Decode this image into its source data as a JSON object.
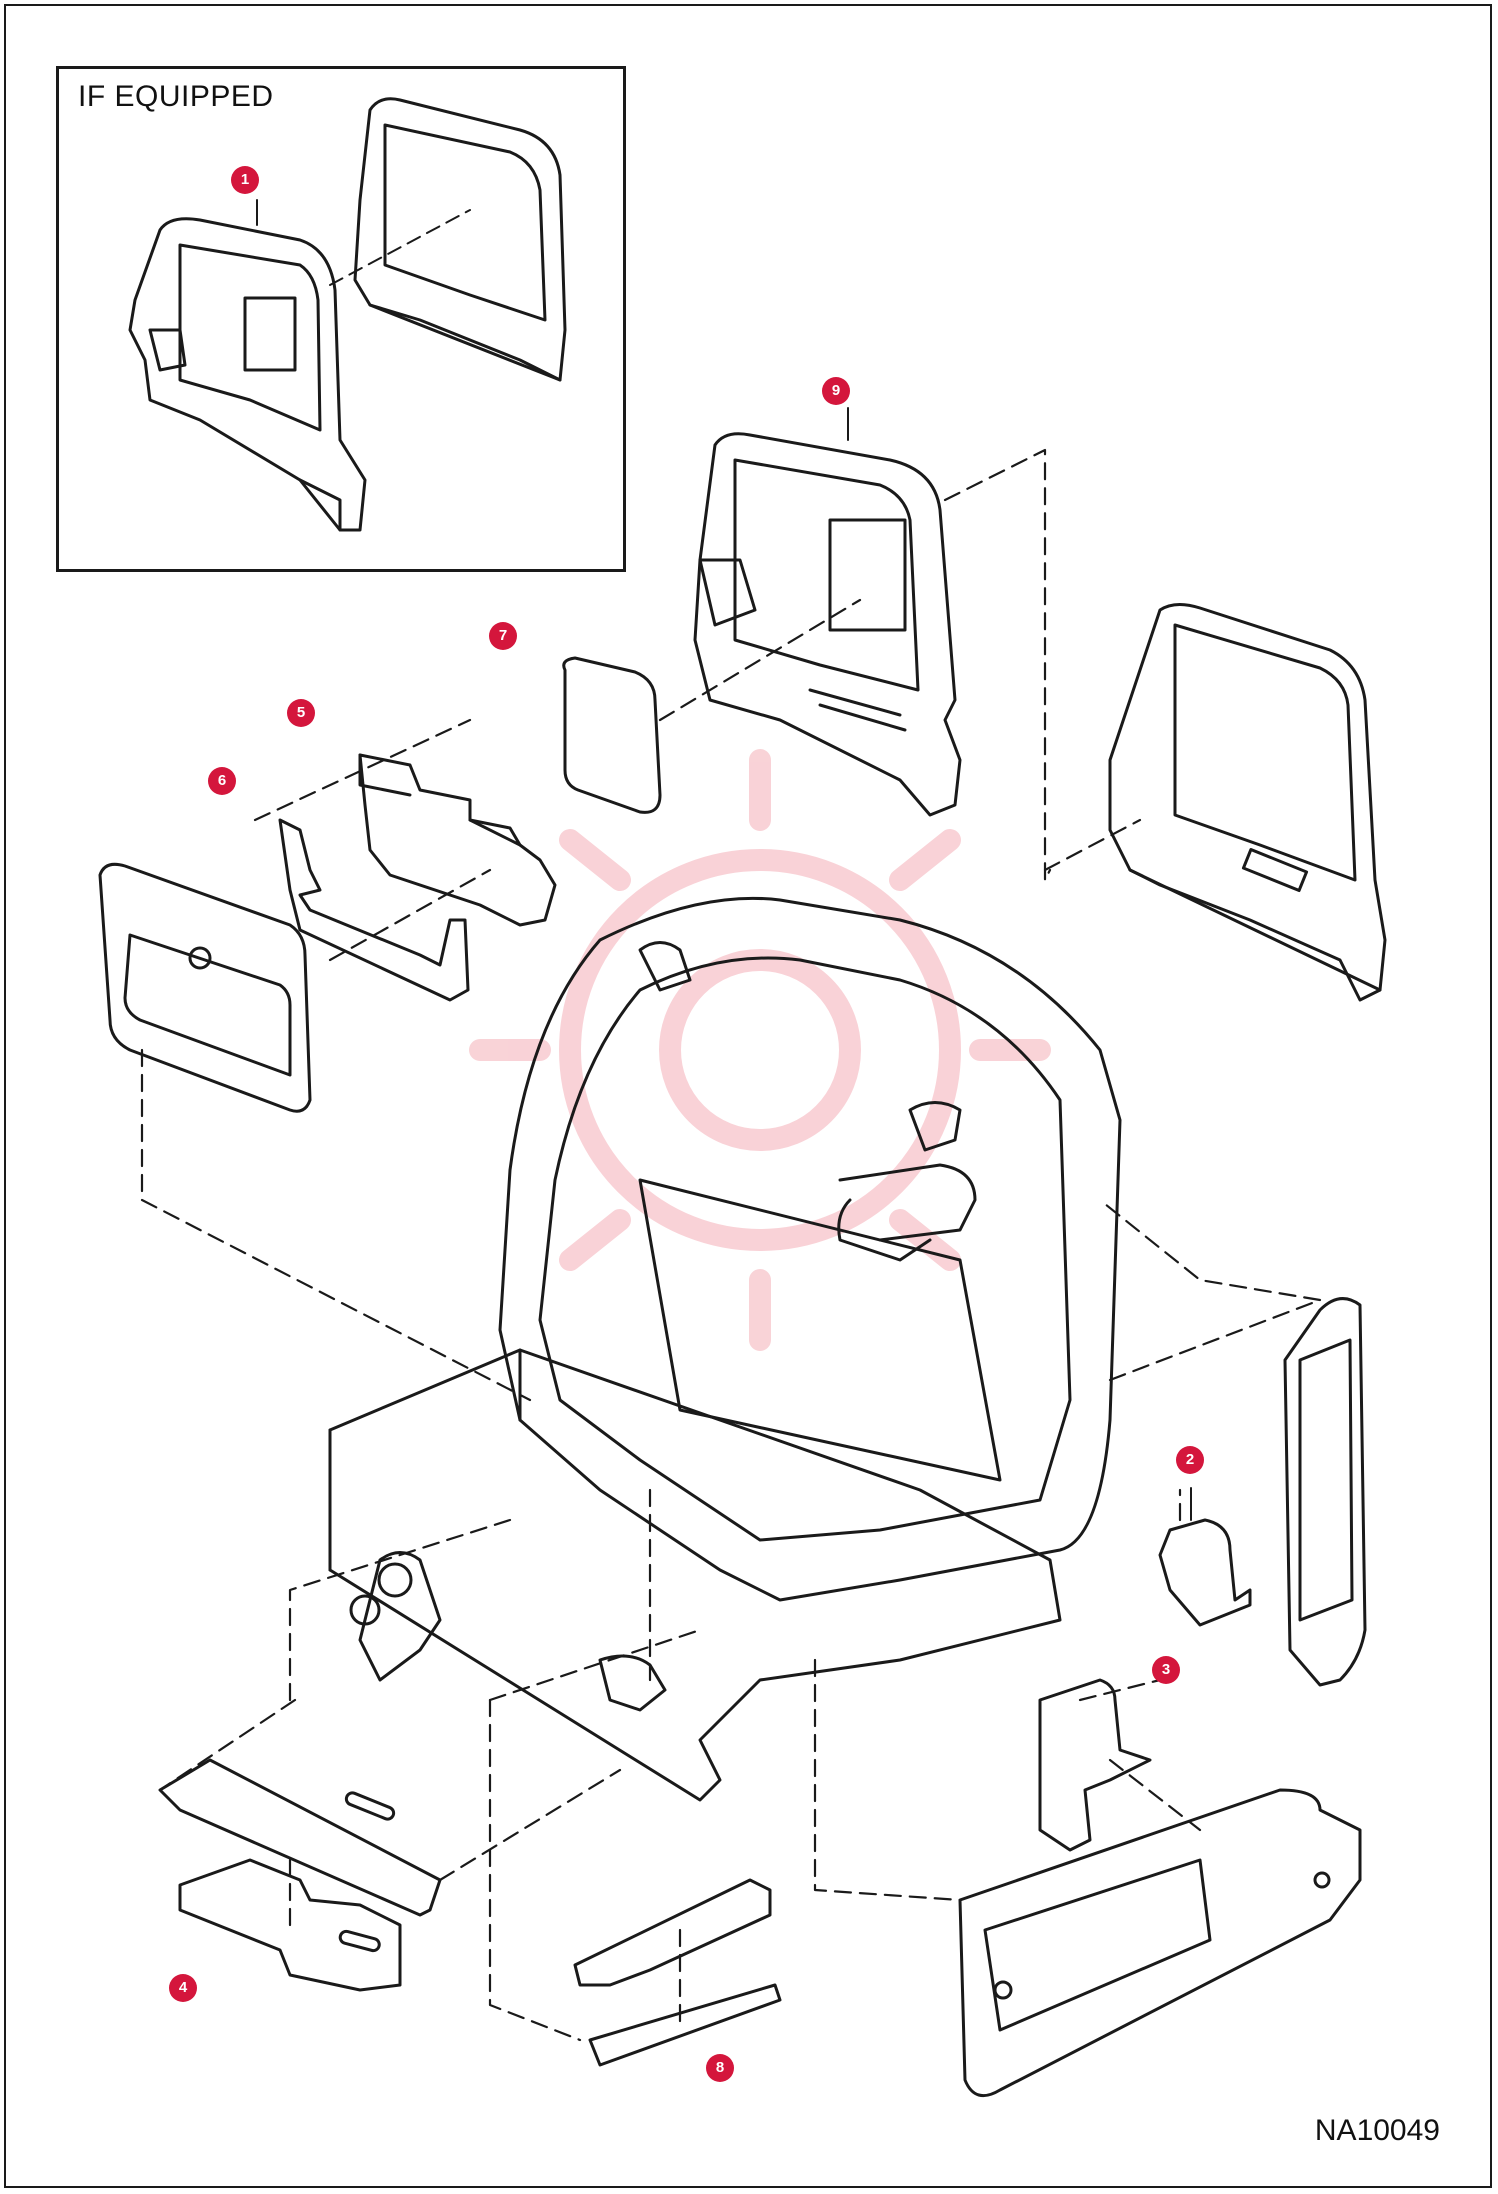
{
  "inset_label": "IF EQUIPPED",
  "drawing_code": "NA10049",
  "colors": {
    "callout": "#d4163c",
    "watermark": "#f5b8bf",
    "line": "#1a1a1a"
  },
  "callouts": [
    {
      "id": "1",
      "label": "1"
    },
    {
      "id": "2",
      "label": "2"
    },
    {
      "id": "3",
      "label": "3"
    },
    {
      "id": "4",
      "label": "4"
    },
    {
      "id": "5",
      "label": "5"
    },
    {
      "id": "6",
      "label": "6"
    },
    {
      "id": "7",
      "label": "7"
    },
    {
      "id": "8",
      "label": "8"
    },
    {
      "id": "9",
      "label": "9"
    }
  ]
}
